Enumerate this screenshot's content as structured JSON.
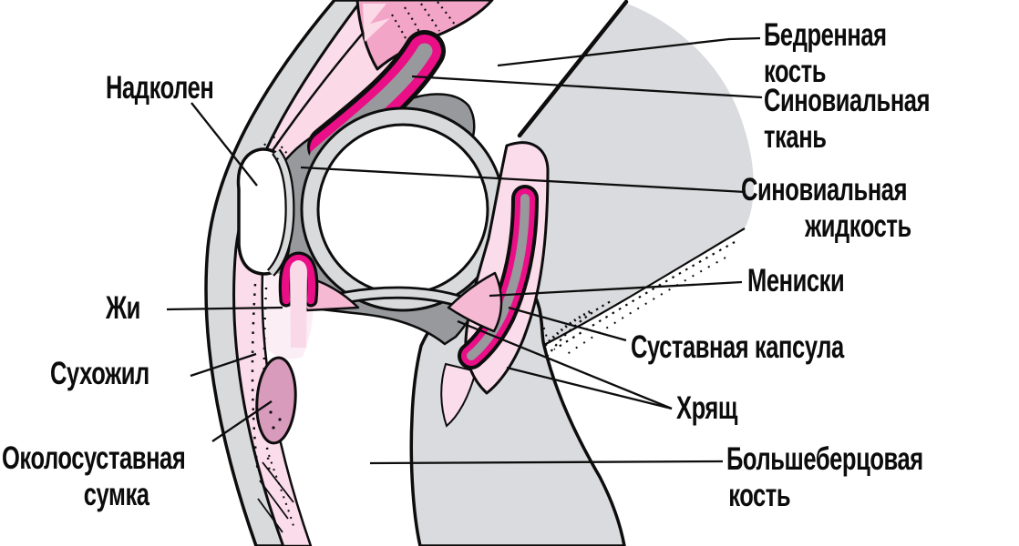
{
  "labels": {
    "patella": {
      "text": "Надколен"
    },
    "femur": {
      "line1": "Бедренная",
      "line2": "кость"
    },
    "synovial_tissue": {
      "line1": "Синовиальная",
      "line2": "ткань"
    },
    "synovial_fluid": {
      "line1": "Синовиальная",
      "line2": "жидкость"
    },
    "menisci": {
      "text": "Мениски"
    },
    "joint_capsule": {
      "text": "Суставная капсула"
    },
    "cartilage": {
      "text": "Хрящ"
    },
    "tibia": {
      "line1": "Большеберцовая",
      "line2": "кость"
    },
    "fat": {
      "text": "Жи"
    },
    "tendon": {
      "text": "Сухожил"
    },
    "periarticular_bursa": {
      "line1": "Околосуставная",
      "line2": "сумка"
    }
  },
  "colors": {
    "magenta_synovium": "#ea0e87",
    "muscle_pink": "#f3a5c7",
    "light_pink": "#fbd9e7",
    "pale_pink": "#fceef5",
    "bone_gray": "#d9dadc",
    "cartilage_gray": "#d8dadb",
    "fluid_gray": "#97999c",
    "bursa_mauve": "#d89bbc",
    "outline": "#0d0d0d",
    "label_color": "#0c0c0c"
  }
}
